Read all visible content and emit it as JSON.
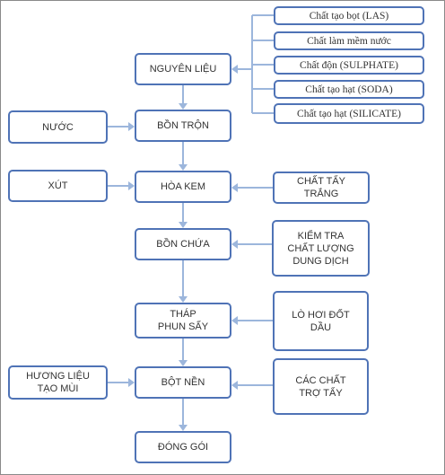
{
  "colors": {
    "box_border": "#4f73b6",
    "arrow": "#9cb6dc",
    "text": "#333333",
    "background": "#ffffff"
  },
  "materials": {
    "las": "Chất tạo bọt (LAS)",
    "softener": "Chất làm mềm nước",
    "sulphate": "Chất độn (SULPHATE)",
    "soda": "Chất tạo hạt (SODA)",
    "silicate": "Chất tạo hạt  (SILICATE)"
  },
  "main": {
    "raw_materials": "NGUYÊN LIỆU",
    "mixing_tank": "BỒN TRỘN",
    "paste_mixing": "HÒA KEM",
    "storage_tank": "BỒN CHỨA",
    "spray_tower": "THÁP PHUN SẤY",
    "base_powder": "BỘT NỀN",
    "packaging": "ĐÓNG GÓI"
  },
  "left": {
    "water": "NƯỚC",
    "caustic": "XÚT",
    "fragrance": "HƯƠNG LIỆU TẠO MÙI"
  },
  "right": {
    "bleach": "CHẤT TẨY TRẮNG",
    "inspection": "KIỂM TRA CHẤT LƯỢNG DUNG DỊCH",
    "oil_boiler": "LÒ HƠI ĐỐT DẦU",
    "detergent_aids": "CÁC CHẤT TRỢ TẨY"
  }
}
